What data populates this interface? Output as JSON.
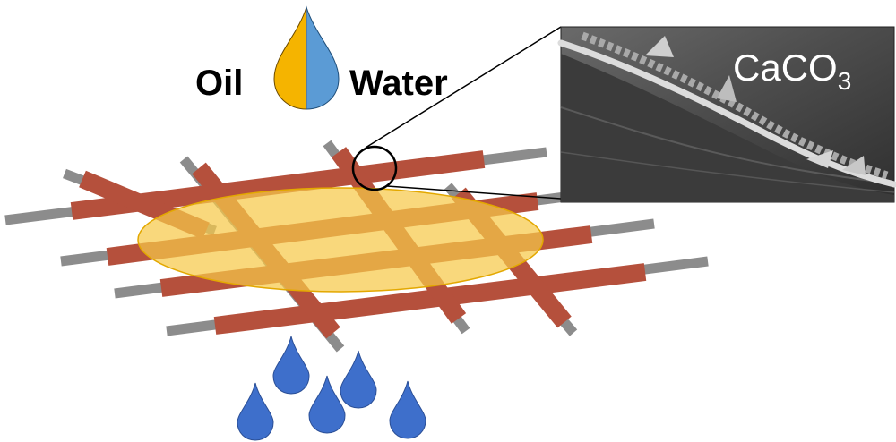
{
  "labels": {
    "oil": "Oil",
    "water": "Water",
    "coating_base": "CaCO",
    "coating_sub": "3"
  },
  "colors": {
    "oil": "#F5B400",
    "water": "#5B9BD5",
    "water_drops": "#3E6FCB",
    "mesh_copper": "#B5503C",
    "mesh_steel": "#8C8C8C",
    "oil_film": "#F6C94A",
    "sem_background": "#4A4A4A"
  },
  "icons": [
    "oil-water-drop-icon",
    "water-droplet-icon",
    "magnifier-circle-icon"
  ]
}
